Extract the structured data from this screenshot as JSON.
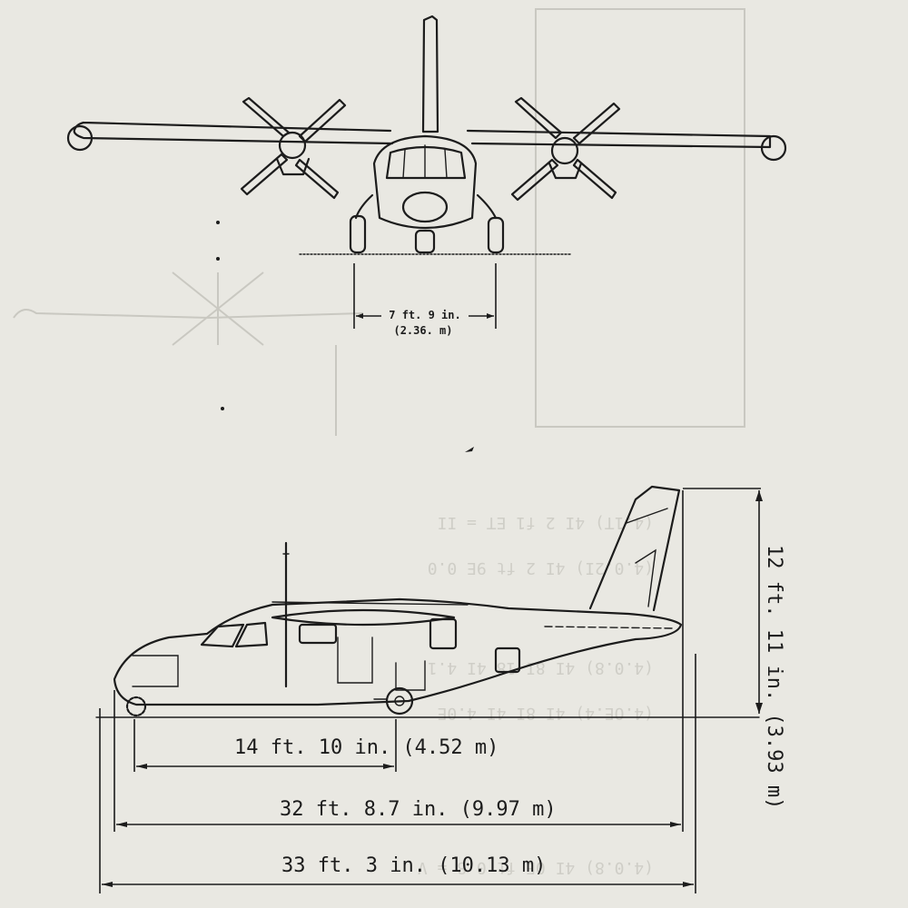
{
  "front_view": {
    "track_ft": "7 ft. 9 in.",
    "track_m": "(2.36. m)"
  },
  "side_view": {
    "height_dim": "12 ft. 11 in. (3.93 m)",
    "wheelbase_dim": "14 ft. 10 in.  (4.52 m)",
    "fuselage_length_dim": "32 ft. 8.7 in. (9.97 m)",
    "overall_length_dim": "33 ft. 3 in. (10.13 m)"
  }
}
